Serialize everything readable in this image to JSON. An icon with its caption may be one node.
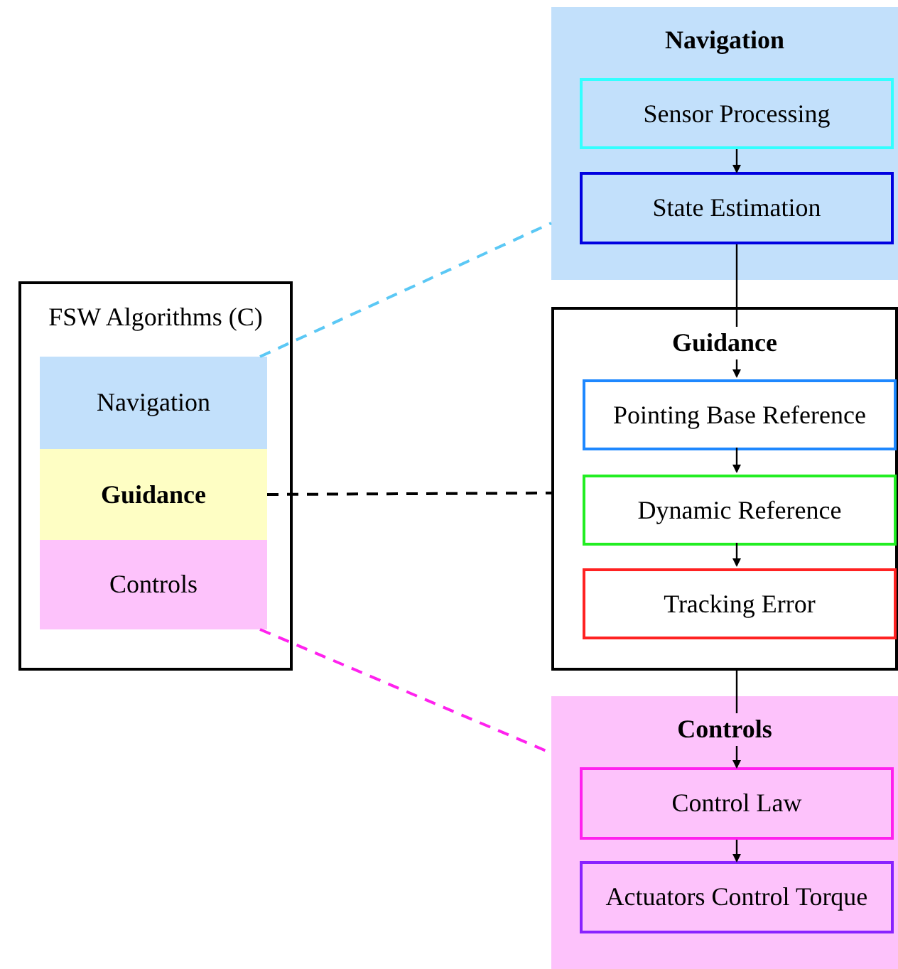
{
  "diagram": {
    "nodes": [
      {
        "text": [
          "FSW Algorithms (C)"
        ]
      },
      {
        "text": [
          "Navigation"
        ],
        "in": 0
      },
      {
        "text": [
          "Guidance"
        ],
        "in": 0
      },
      {
        "text": [
          "Controls"
        ],
        "in": 0
      },
      {
        "text": [
          "Navigation"
        ]
      },
      {
        "text": [
          "Sensor Processing"
        ],
        "in": 4
      },
      {
        "text": [
          "State Estimation"
        ],
        "in": 4
      },
      {
        "text": [
          "Guidance"
        ]
      },
      {
        "text": [
          "Pointing Base Reference"
        ],
        "in": 7
      },
      {
        "text": [
          "Dynamic Reference"
        ],
        "in": 7
      },
      {
        "text": [
          "Tracking Error"
        ],
        "in": 7
      },
      {
        "text": [
          "Controls"
        ]
      },
      {
        "text": [
          "Control Law"
        ],
        "in": 11
      },
      {
        "text": [
          "Actuators Control Torque"
        ],
        "in": 11
      }
    ],
    "edges": [
      {
        "from": 1,
        "to": 4,
        "arrow": "none",
        "style": "dashed",
        "color": "#5bc8f5"
      },
      {
        "from": 2,
        "to": 7,
        "arrow": "none",
        "style": "dashed"
      },
      {
        "from": 3,
        "to": 11,
        "arrow": "none",
        "style": "dashed",
        "color": "#ff22ee"
      },
      {
        "from": 5,
        "to": 6,
        "arrow": "to"
      },
      {
        "from": 6,
        "to": 8,
        "arrow": "to"
      },
      {
        "from": 8,
        "to": 9,
        "arrow": "to"
      },
      {
        "from": 9,
        "to": 10,
        "arrow": "to"
      },
      {
        "from": 7,
        "to": 12,
        "arrow": "to"
      },
      {
        "from": 12,
        "to": 13,
        "arrow": "to"
      }
    ]
  }
}
